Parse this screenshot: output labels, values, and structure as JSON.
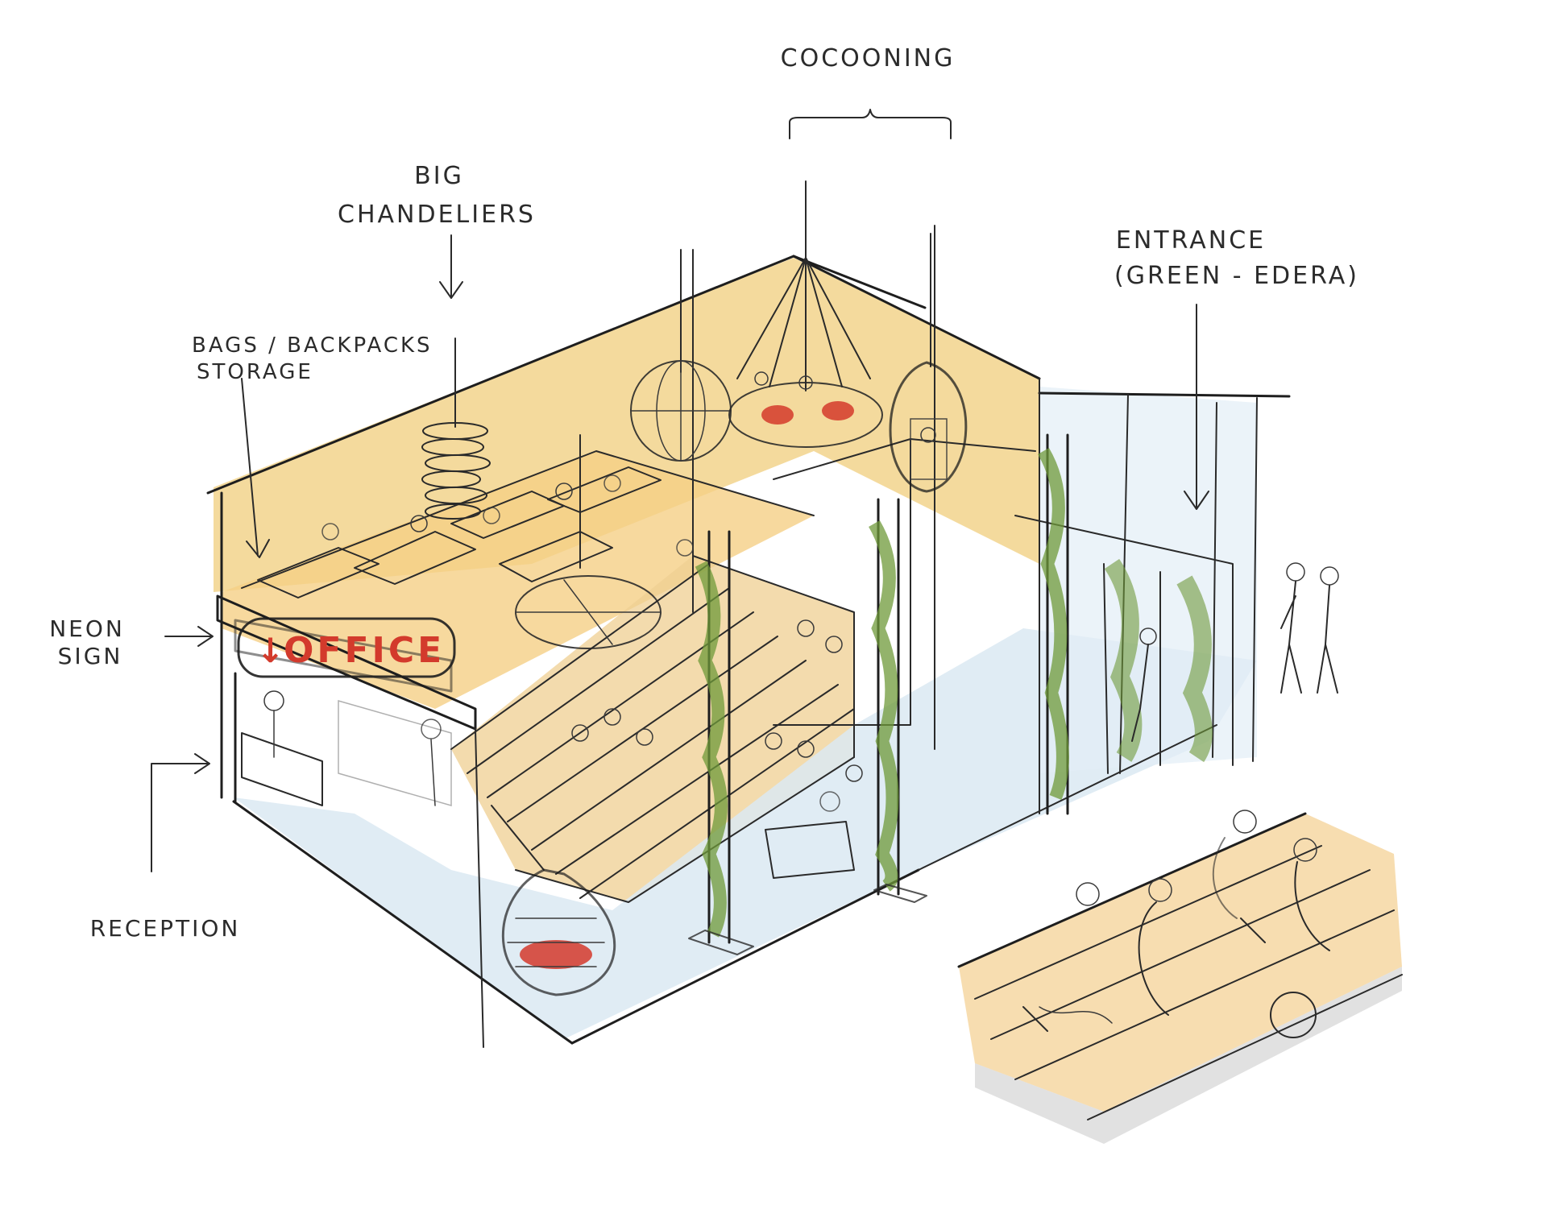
{
  "labels": {
    "cocooning": "COCOONING",
    "big_chandeliers_line1": "BIG",
    "big_chandeliers_line2": "CHANDELIERS",
    "entrance_line1": "ENTRANCE",
    "entrance_line2": "(GREEN - EDERA)",
    "bags_line1": "BAGS / BACKPACKS",
    "bags_line2": "STORAGE",
    "neon_line1": "NEON",
    "neon_line2": "SIGN",
    "reception": "RECEPTION"
  },
  "neon_sign": {
    "text": "OFFICE"
  },
  "colors": {
    "wall_wash": "#f2d38c",
    "floor_wash": "#d9e9f3",
    "accent_red": "#d33a2c",
    "plant_green": "#6f9a3a",
    "wood": "#c98d4a",
    "ink": "#1e1e1e"
  }
}
